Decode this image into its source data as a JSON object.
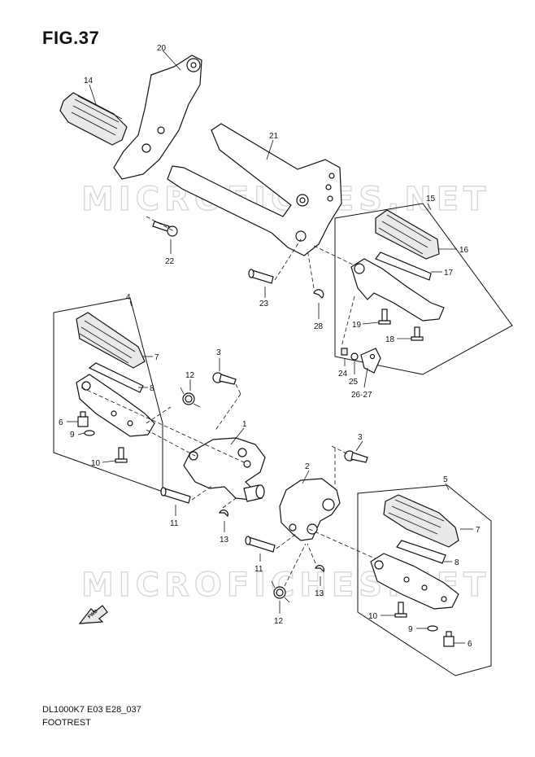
{
  "figure": {
    "title": "FIG.37",
    "model_code": "DL1000K7 E03 E28_037",
    "section_name": "FOOTREST",
    "watermark": "MICROFICHES.NET",
    "fwd_label": "FWD"
  },
  "callouts": {
    "p1": "1",
    "p2": "2",
    "p3a": "3",
    "p3b": "3",
    "p4": "4",
    "p5": "5",
    "p6a": "6",
    "p6b": "6",
    "p7a": "7",
    "p7b": "7",
    "p8a": "8",
    "p8b": "8",
    "p9a": "9",
    "p9b": "9",
    "p10a": "10",
    "p10b": "10",
    "p11a": "11",
    "p11b": "11",
    "p12a": "12",
    "p12b": "12",
    "p13a": "13",
    "p13b": "13",
    "p14": "14",
    "p15": "15",
    "p16": "16",
    "p17": "17",
    "p18": "18",
    "p19": "19",
    "p20": "20",
    "p21": "21",
    "p22": "22",
    "p23": "23",
    "p24": "24",
    "p25": "25",
    "p26_27": "26·27",
    "p28": "28"
  },
  "colors": {
    "line": "#111111",
    "watermark": "#d4d4d4",
    "background": "#ffffff"
  }
}
